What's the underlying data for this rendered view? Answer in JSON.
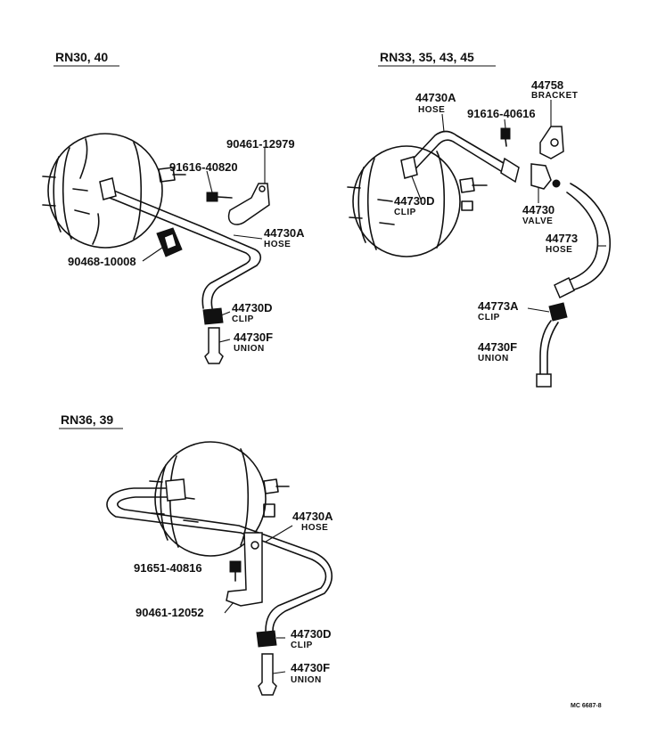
{
  "sections": [
    {
      "title": "RN30, 40",
      "parts": [
        {
          "number": "90461-12979",
          "name": ""
        },
        {
          "number": "91616-40820",
          "name": ""
        },
        {
          "number": "44730A",
          "name": "HOSE"
        },
        {
          "number": "90468-10008",
          "name": ""
        },
        {
          "number": "44730D",
          "name": "CLIP"
        },
        {
          "number": "44730F",
          "name": "UNION"
        }
      ]
    },
    {
      "title": "RN33, 35, 43, 45",
      "parts": [
        {
          "number": "44758",
          "name": "BRACKET"
        },
        {
          "number": "44730A",
          "name": "HOSE"
        },
        {
          "number": "91616-40616",
          "name": ""
        },
        {
          "number": "44730D",
          "name": "CLIP"
        },
        {
          "number": "44730",
          "name": "VALVE"
        },
        {
          "number": "44773",
          "name": "HOSE"
        },
        {
          "number": "44773A",
          "name": "CLIP"
        },
        {
          "number": "44730F",
          "name": "UNION"
        }
      ]
    },
    {
      "title": "RN36, 39",
      "parts": [
        {
          "number": "44730A",
          "name": "HOSE"
        },
        {
          "number": "91651-40816",
          "name": ""
        },
        {
          "number": "90461-12052",
          "name": ""
        },
        {
          "number": "44730D",
          "name": "CLIP"
        },
        {
          "number": "44730F",
          "name": "UNION"
        }
      ]
    }
  ],
  "footer_code": "MC 6687-8"
}
